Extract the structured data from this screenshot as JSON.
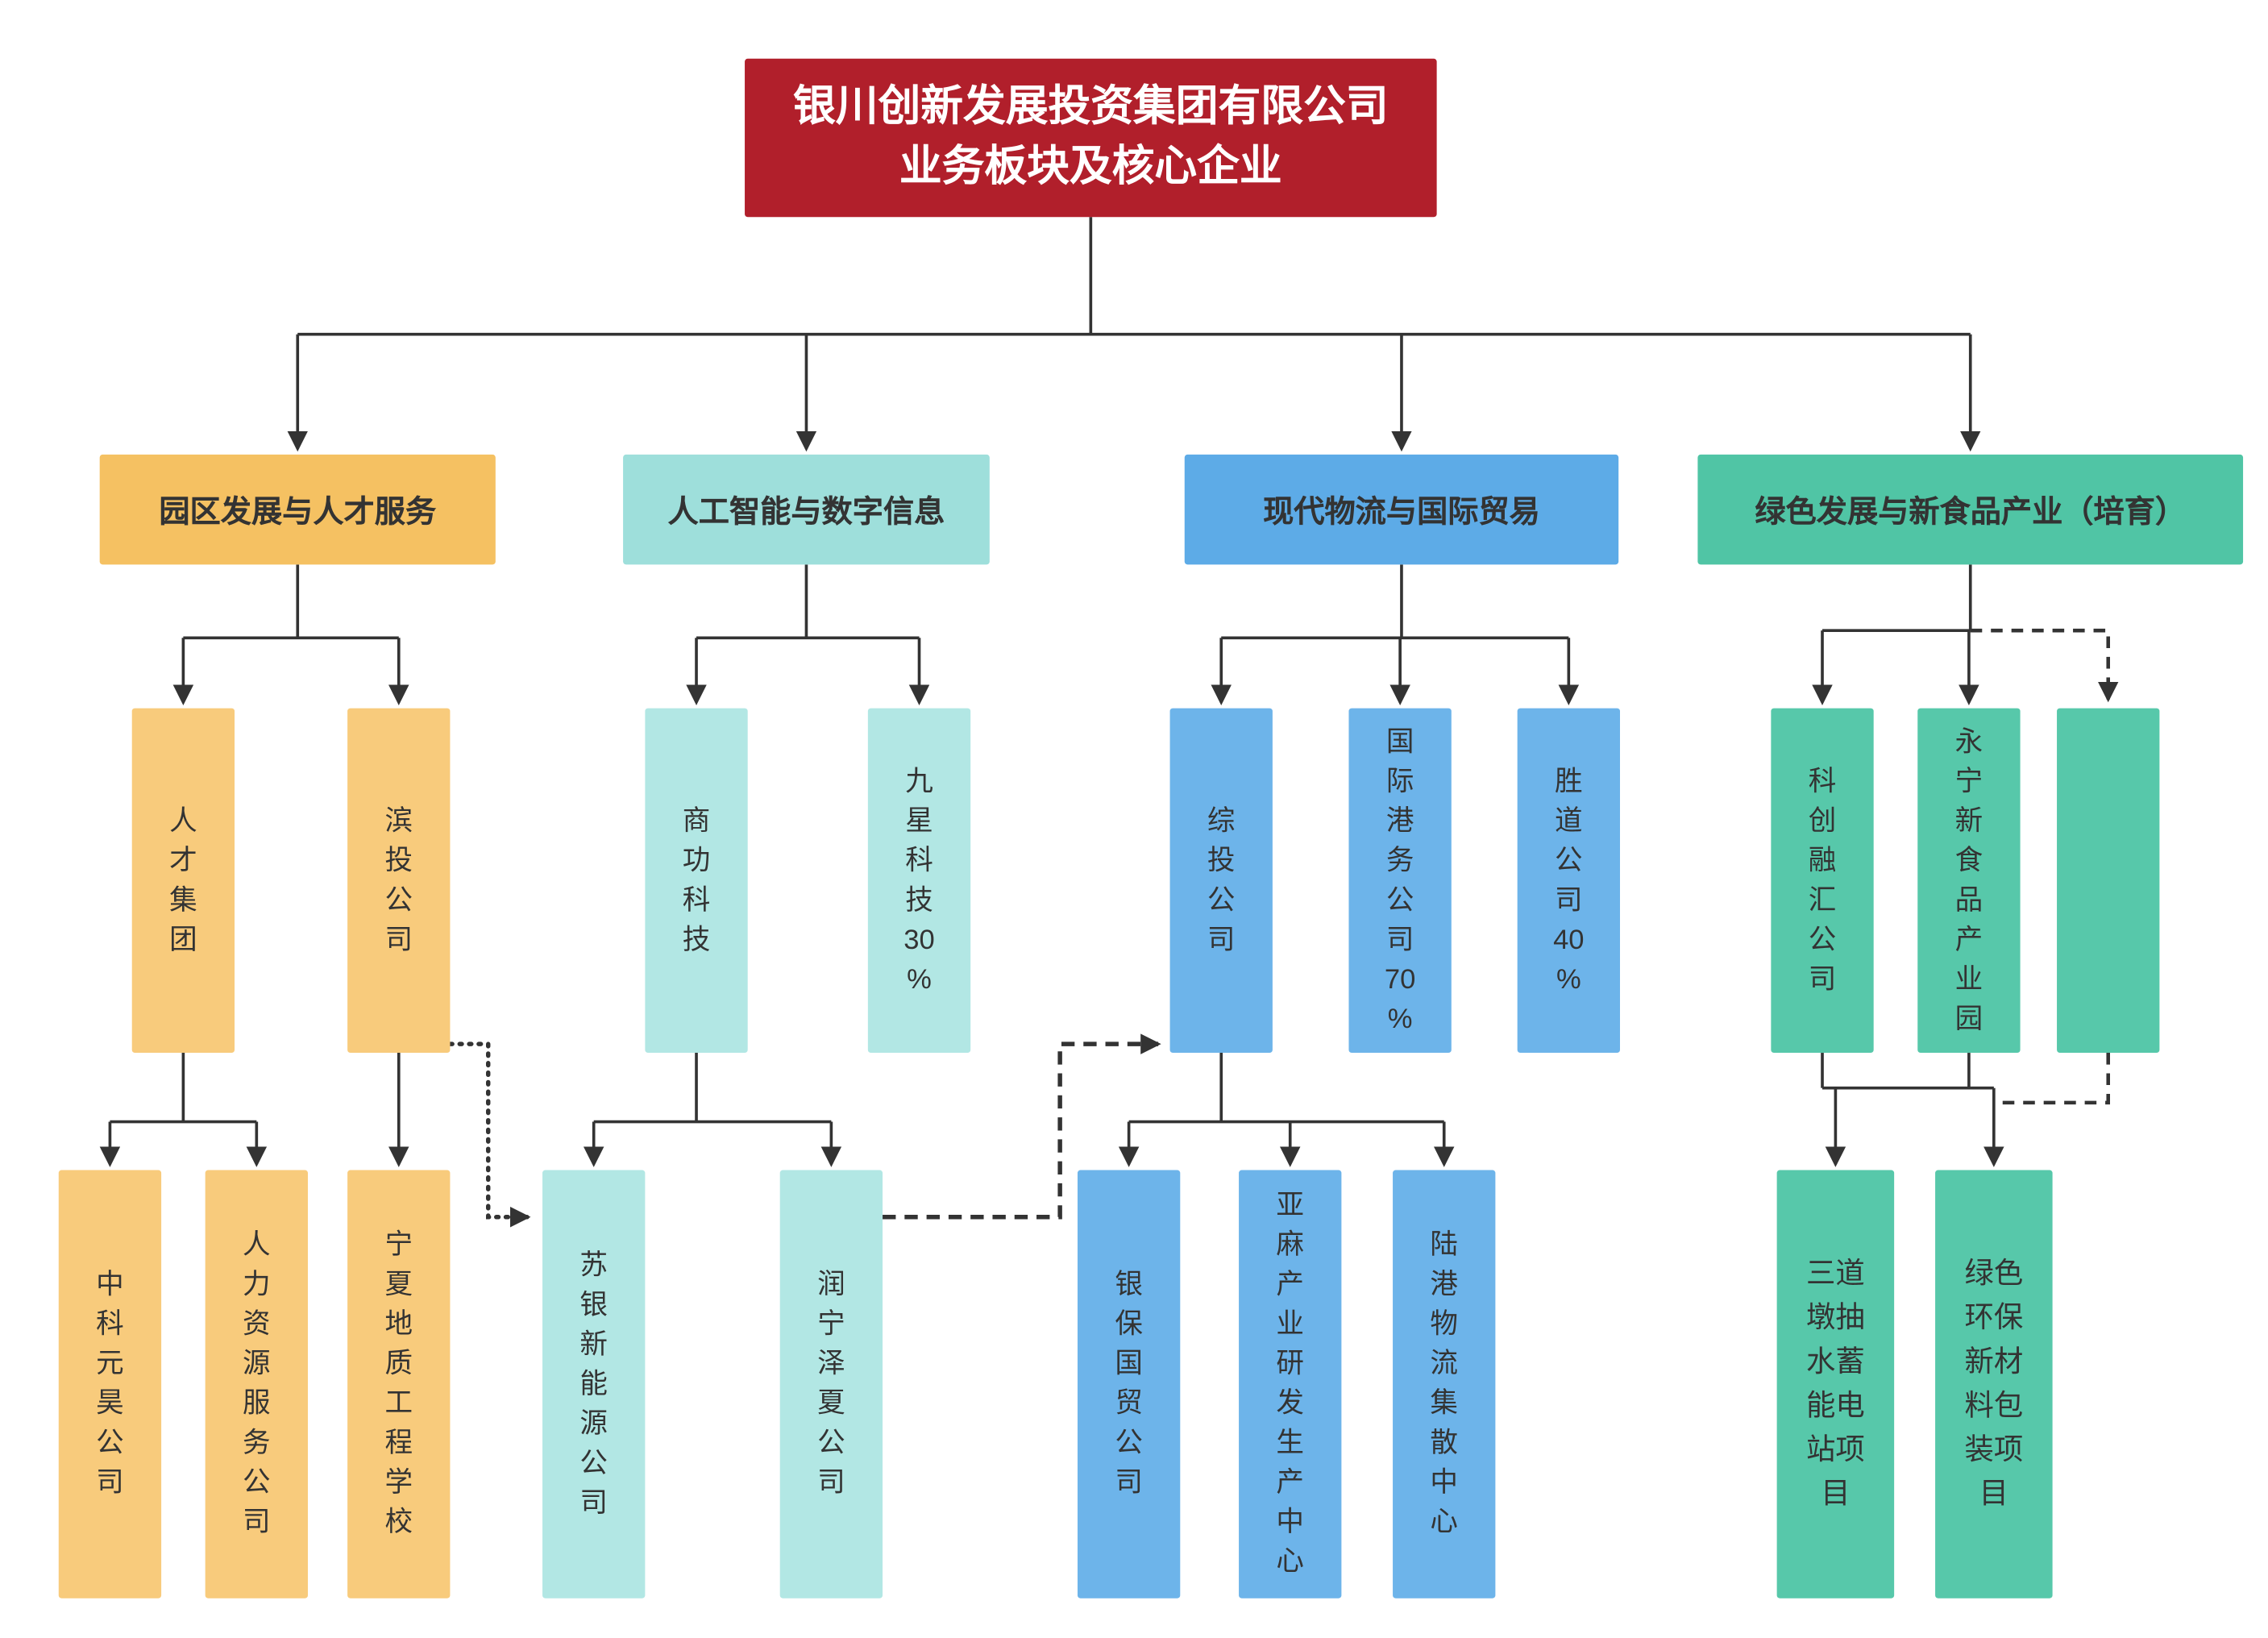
{
  "title": {
    "line1": "银川创新发展投资集团有限公司",
    "line2": "业务板块及核心企业"
  },
  "colors": {
    "title_bg": "#b11f2b",
    "title_text": "#ffffff",
    "orange_header": "#f5c162",
    "orange_node": "#f8cb7c",
    "cyan_header": "#9edfdb",
    "cyan_node": "#b2e7e4",
    "blue_header": "#5dabe7",
    "blue_node": "#6db4ea",
    "green_header": "#50c5a5",
    "green_node": "#57c8aa",
    "line": "#333333"
  },
  "branches": [
    {
      "header": "园区发展与人才服务",
      "level2": [
        {
          "label": "人才集团"
        },
        {
          "label": "滨投公司"
        }
      ],
      "level3": [
        {
          "label": "中科元昊公司"
        },
        {
          "label": "人力资源服务公司"
        },
        {
          "label": "宁夏地质工程学校"
        }
      ]
    },
    {
      "header": "人工智能与数字信息",
      "level2": [
        {
          "label": "商功科技"
        },
        {
          "label": "九星科技30%"
        }
      ],
      "level3": [
        {
          "label": "苏银新能源公司"
        },
        {
          "label": "润宁泽夏公司"
        }
      ]
    },
    {
      "header": "现代物流与国际贸易",
      "level2": [
        {
          "label": "综投公司"
        },
        {
          "label": "国际港务公司70%"
        },
        {
          "label": "胜道公司40%"
        }
      ],
      "level3": [
        {
          "label": "银保国贸公司"
        },
        {
          "label": "亚麻产业研发生产中心"
        },
        {
          "label": "陆港物流集散中心"
        }
      ]
    },
    {
      "header": "绿色发展与新食品产业（培育）",
      "level2": [
        {
          "label": "科创融汇公司"
        },
        {
          "label": "永宁新食品产业园"
        },
        {
          "label": ""
        }
      ],
      "level3": [
        {
          "label": "三道墩抽水蓄能电站项目"
        },
        {
          "label": "绿色环保新材料包装项目"
        }
      ]
    }
  ]
}
